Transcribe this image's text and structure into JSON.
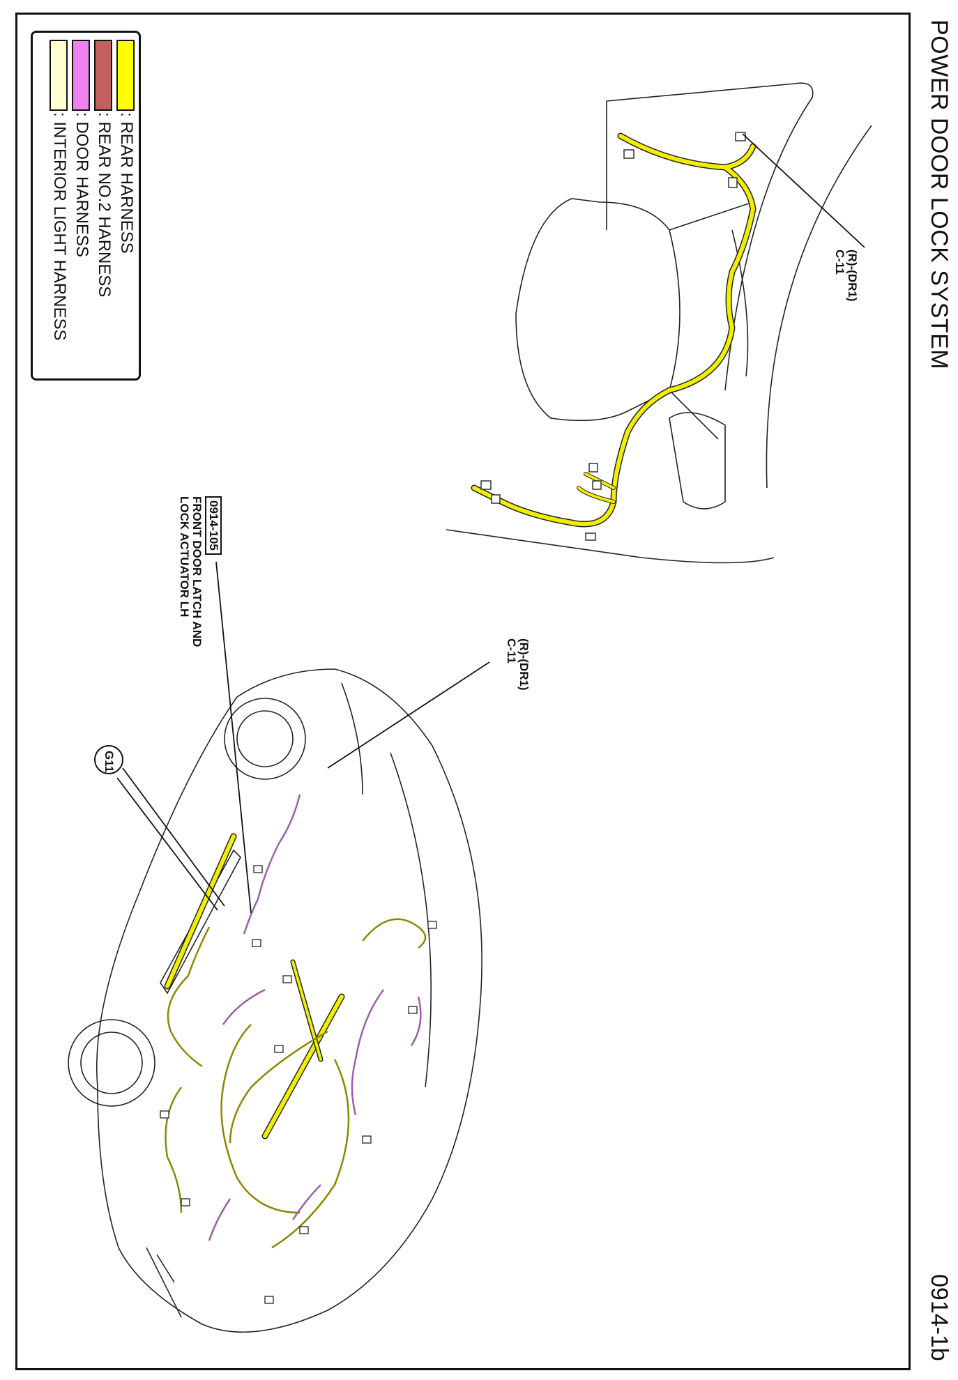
{
  "header": {
    "title": "POWER DOOR LOCK SYSTEM",
    "page_number": "0914-1b"
  },
  "legend": {
    "items": [
      {
        "label": ": REAR HARNESS",
        "color": "#ffff00"
      },
      {
        "label": ": REAR NO.2 HARNESS",
        "color": "#c06060"
      },
      {
        "label": ": DOOR HARNESS",
        "color": "#ee82ee"
      },
      {
        "label": ": INTERIOR LIGHT HARNESS",
        "color": "#ffffd0"
      }
    ]
  },
  "callouts": {
    "top_connector_line1": "(R)-(DR1)",
    "top_connector_line2": "C-11",
    "main_connector_line1": "(R)-(DR1)",
    "main_connector_line2": "C-11",
    "component_ref": "0914-105",
    "component_name_line1": "FRONT DOOR LATCH AND",
    "component_name_line2": "LOCK ACTUATOR LH",
    "ground_label": "G11"
  },
  "colors": {
    "rear_harness": "#f2ee00",
    "door_harness": "#9b5fa8",
    "interior_light_harness": "#c9c200"
  }
}
